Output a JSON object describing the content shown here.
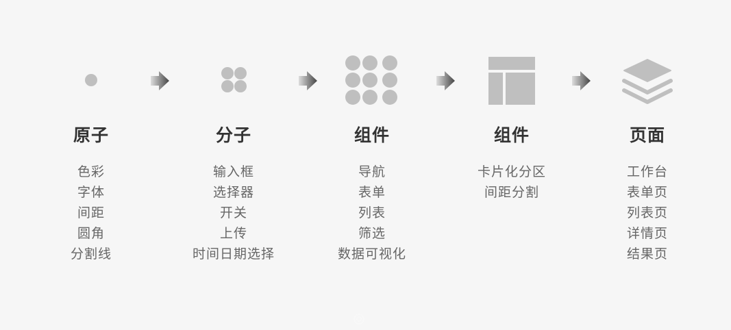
{
  "columns": [
    {
      "title": "原子",
      "icon": "dot-icon",
      "items": [
        "色彩",
        "字体",
        "间距",
        "圆角",
        "分割线"
      ]
    },
    {
      "title": "分子",
      "icon": "four-dots-icon",
      "items": [
        "输入框",
        "选择器",
        "开关",
        "上传",
        "时间日期选择"
      ]
    },
    {
      "title": "组件",
      "icon": "nine-dots-icon",
      "items": [
        "导航",
        "表单",
        "列表",
        "筛选",
        "数据可视化"
      ]
    },
    {
      "title": "组件",
      "icon": "layout-icon",
      "items": [
        "卡片化分区",
        "间距分割"
      ]
    },
    {
      "title": "页面",
      "icon": "layers-icon",
      "items": [
        "工作台",
        "表单页",
        "列表页",
        "详情页",
        "结果页"
      ]
    }
  ],
  "colors": {
    "background": "#f6f6f6",
    "icon_gray": "#bfbfbf",
    "title": "#333333",
    "item_text": "#666666",
    "arrow_dark": "#444444",
    "arrow_light": "#dddddd"
  }
}
